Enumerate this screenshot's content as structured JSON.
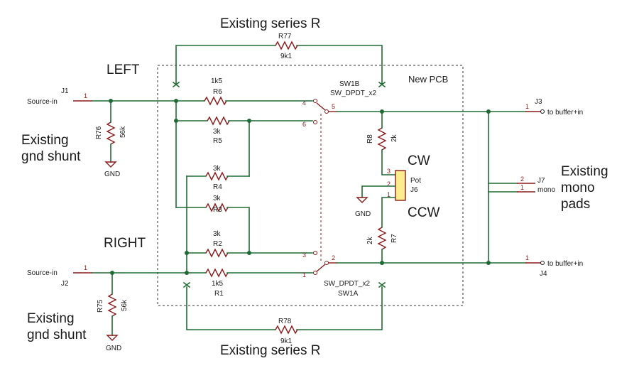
{
  "notes": {
    "series_top": "Existing series R",
    "series_bottom": "Existing series R",
    "left": "LEFT",
    "right": "RIGHT",
    "gnd_shunt_top_1": "Existing",
    "gnd_shunt_top_2": "gnd shunt",
    "gnd_shunt_bot_1": "Existing",
    "gnd_shunt_bot_2": "gnd shunt",
    "mono_1": "Existing",
    "mono_2": "mono",
    "mono_3": "pads",
    "new_pcb": "New PCB",
    "cw": "CW",
    "ccw": "CCW"
  },
  "components": {
    "R77": {
      "ref": "R77",
      "value": "9k1"
    },
    "R78": {
      "ref": "R78",
      "value": "9k1"
    },
    "R6": {
      "ref": "R6",
      "value": "1k5"
    },
    "R5": {
      "ref": "R5",
      "value": "3k"
    },
    "R4": {
      "ref": "R4",
      "value": "3k"
    },
    "R3": {
      "ref": "R3",
      "value": "3k"
    },
    "R2": {
      "ref": "R2",
      "value": "3k"
    },
    "R1": {
      "ref": "R1",
      "value": "1k5"
    },
    "R76": {
      "ref": "R76",
      "value": "56k"
    },
    "R75": {
      "ref": "R75",
      "value": "56k"
    },
    "R8": {
      "ref": "R8",
      "value": "2k"
    },
    "R7": {
      "ref": "R7",
      "value": "2k"
    },
    "SW1B": {
      "ref": "SW1B",
      "value": "SW_DPDT_x2"
    },
    "SW1A": {
      "ref": "SW1A",
      "value": "SW_DPDT_x2"
    },
    "J6": {
      "ref": "J6",
      "value": "Pot"
    },
    "J1": {
      "ref": "J1",
      "value": "Source-in"
    },
    "J2": {
      "ref": "J2",
      "value": "Source-in"
    },
    "J3": {
      "ref": "J3",
      "value": "to buffer+in"
    },
    "J4": {
      "ref": "J4",
      "value": "to buffer+in"
    },
    "J7": {
      "ref": "J7",
      "value": "mono"
    }
  },
  "power": {
    "gnd1": "GND",
    "gnd2": "GND",
    "gnd3": "GND"
  },
  "pins": {
    "p1": "1",
    "p2": "2",
    "p3": "3",
    "p4": "4",
    "p5": "5",
    "p6": "6"
  }
}
